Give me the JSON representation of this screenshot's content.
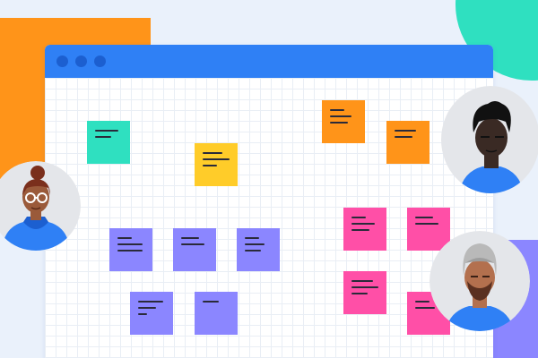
{
  "colors": {
    "background": "#eaf1fb",
    "window_titlebar": "#2f80f5",
    "window_dot": "#1c5fd0",
    "note_teal": "#2fe0c0",
    "note_yellow": "#ffcc29",
    "note_orange": "#ff9419",
    "note_purple": "#8b86ff",
    "note_pink": "#ff4fa7"
  },
  "notes": [
    {
      "color": "teal",
      "lines": 2
    },
    {
      "color": "yellow",
      "lines": 3
    },
    {
      "color": "orange",
      "lines": 3
    },
    {
      "color": "orange",
      "lines": 2
    },
    {
      "color": "purple",
      "lines": 3
    },
    {
      "color": "purple",
      "lines": 2
    },
    {
      "color": "purple",
      "lines": 3
    },
    {
      "color": "purple",
      "lines": 3
    },
    {
      "color": "purple",
      "lines": 1
    },
    {
      "color": "pink",
      "lines": 3
    },
    {
      "color": "pink",
      "lines": 2
    },
    {
      "color": "pink",
      "lines": 3
    },
    {
      "color": "pink",
      "lines": 2
    }
  ],
  "collaborators": [
    {
      "icon": "woman-with-bun-and-glasses-avatar-icon"
    },
    {
      "icon": "man-with-short-hair-avatar-icon"
    },
    {
      "icon": "man-with-turban-and-beard-avatar-icon"
    }
  ]
}
